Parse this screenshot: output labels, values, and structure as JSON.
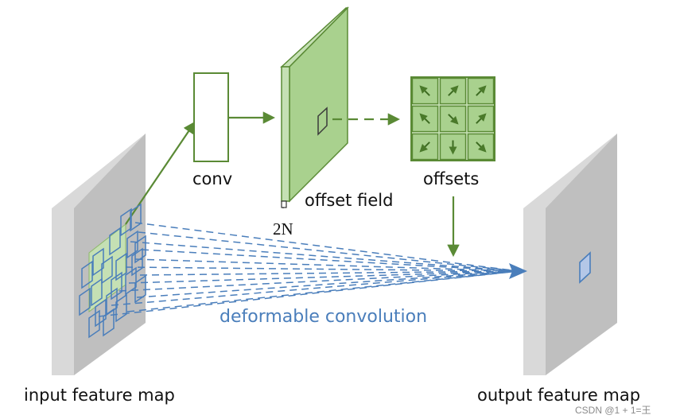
{
  "labels": {
    "conv": "conv",
    "offset_field": "offset field",
    "two_n": "2N",
    "offsets": "offsets",
    "deformable_convolution": "deformable convolution",
    "input_feature_map": "input feature map",
    "output_feature_map": "output feature map"
  },
  "watermark": "CSDN @1 + 1=王",
  "colors": {
    "green_dark": "#5a8a35",
    "green_fill": "#a9d18e",
    "green_light": "#c5e0b4",
    "blue": "#4a7ebb",
    "blue_fill": "#b4c7e7",
    "gray_front": "#bfbfbf",
    "gray_side": "#d9d9d9"
  },
  "icons": [
    "arrow-nw",
    "arrow-ne",
    "arrow-ne",
    "arrow-nw",
    "arrow-se",
    "arrow-ne",
    "arrow-sw",
    "arrow-s",
    "arrow-se"
  ]
}
